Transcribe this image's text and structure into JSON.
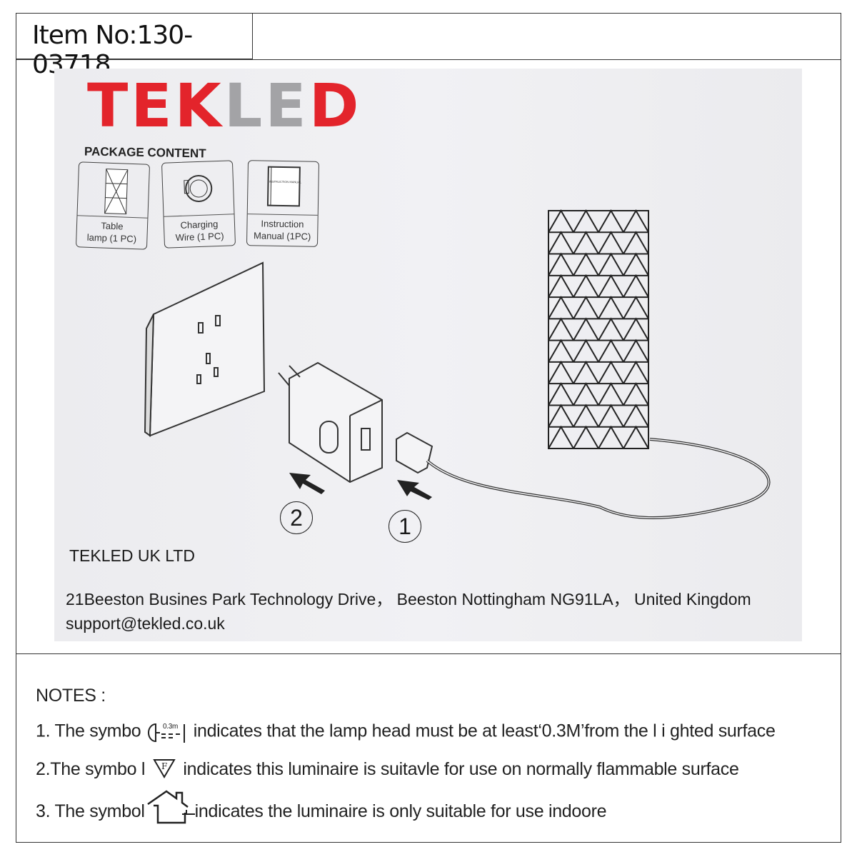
{
  "item_no": "Item No:130-03718",
  "logo": {
    "text": "TEKLED",
    "colors": {
      "red": "#e3242b",
      "grey": "#a3a3a6"
    }
  },
  "package": {
    "title": "PACKAGE CONTENT",
    "items": [
      {
        "line1": "Table",
        "line2": "lamp (1 PC)",
        "icon": "lamp-icon"
      },
      {
        "line1": "Charging",
        "line2": "Wire (1 PC)",
        "icon": "cable-icon"
      },
      {
        "line1": "Instruction",
        "line2": "Manual (1PC)",
        "icon": "manual-icon",
        "book_text": "INSTRUCTION MANUAL"
      }
    ]
  },
  "steps": {
    "step1": "1",
    "step2": "2"
  },
  "company": "TEKLED UK LTD",
  "address": "21Beeston Busines Park Technology Drive， Beeston Nottingham NG91LA， United Kingdom",
  "email": "support@tekled.co.uk",
  "notes": {
    "title": "NOTES :",
    "n1_pre": "1. The symbo",
    "n1_sym": "0.3m",
    "n1_post": "indicates that the lamp head must be at least‘0.3M’from the l i ghted surface",
    "n2_pre": "2.The symbo l",
    "n2_sym": "F",
    "n2_post": "indicates this luminaire is suitavle for use on normally flammable surface",
    "n3_pre": "3. The symbol",
    "n3_post": "indicates the luminaire is only suitable for use indoore"
  }
}
